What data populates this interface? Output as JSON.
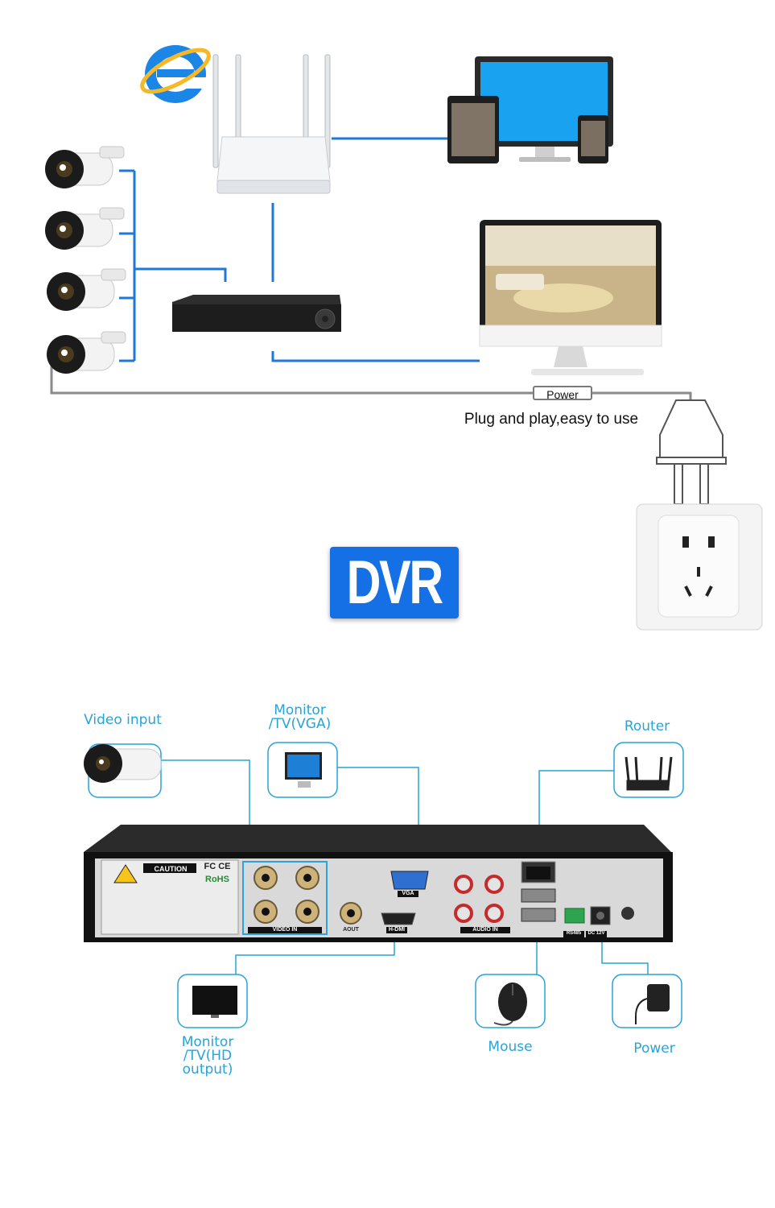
{
  "top": {
    "power_tag": "Power",
    "tagline": "Plug and play,easy to use"
  },
  "badge": {
    "text": "DVR"
  },
  "labels": {
    "video_input": "Video input",
    "monitor_vga": "Monitor\n/TV(VGA)",
    "router": "Router",
    "monitor_hd": "Monitor\n/TV(HD\noutput)",
    "mouse": "Mouse",
    "power": "Power"
  },
  "panel": {
    "caution": "CAUTION",
    "rohs": "RoHS",
    "fcce": "FC CE",
    "video_in": "VIDEO IN",
    "vga": "VGA",
    "hdmi": "H-DMI",
    "aout": "AOUT",
    "audio_in": "AUDIO IN",
    "rs485": "RS485",
    "dc12v": "DC 12V"
  },
  "colors": {
    "line": "#1e78d7",
    "label": "#29a3d8",
    "badge": "#1570e6"
  }
}
